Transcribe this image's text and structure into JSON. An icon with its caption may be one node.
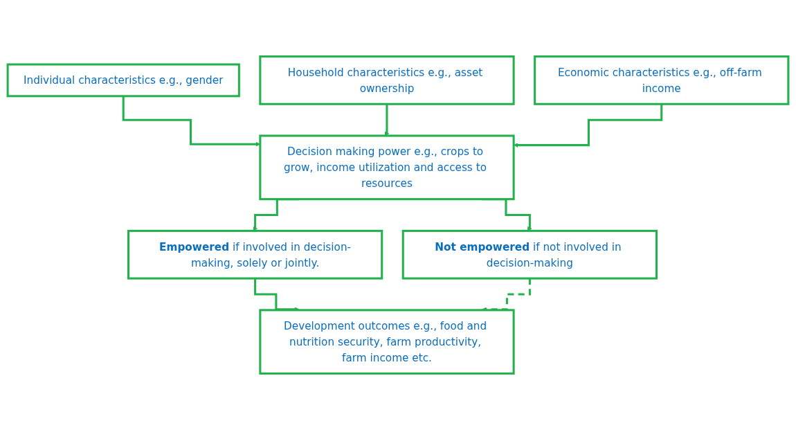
{
  "diagram": {
    "nodes": [
      {
        "text": [
          "Individual characteristics e.g., gender"
        ]
      },
      {
        "text": [
          "Household characteristics e.g., asset ownership"
        ]
      },
      {
        "text": [
          "Economic characteristics e.g., off-farm income"
        ]
      },
      {
        "text": [
          "Decision making power e.g., crops to grow, income utilization and access to resources"
        ]
      },
      {
        "text": [
          "**Empowered** if involved in decision-making, solely or jointly."
        ]
      },
      {
        "text": [
          "**Not empowered** if not involved in decision-making"
        ]
      },
      {
        "text": [
          "Development outcomes e.g., food and nutrition security, farm productivity, farm income etc."
        ]
      }
    ],
    "edges": [
      {
        "from": 0,
        "to": 3,
        "arrow": "to"
      },
      {
        "from": 1,
        "to": 3,
        "arrow": "to"
      },
      {
        "from": 2,
        "to": 3,
        "arrow": "to"
      },
      {
        "from": 3,
        "to": 4,
        "arrow": "to"
      },
      {
        "from": 3,
        "to": 5,
        "arrow": "to"
      },
      {
        "from": 4,
        "to": 6,
        "arrow": "to"
      },
      {
        "from": 5,
        "to": 6,
        "arrow": "to",
        "style": "dashed"
      }
    ]
  }
}
